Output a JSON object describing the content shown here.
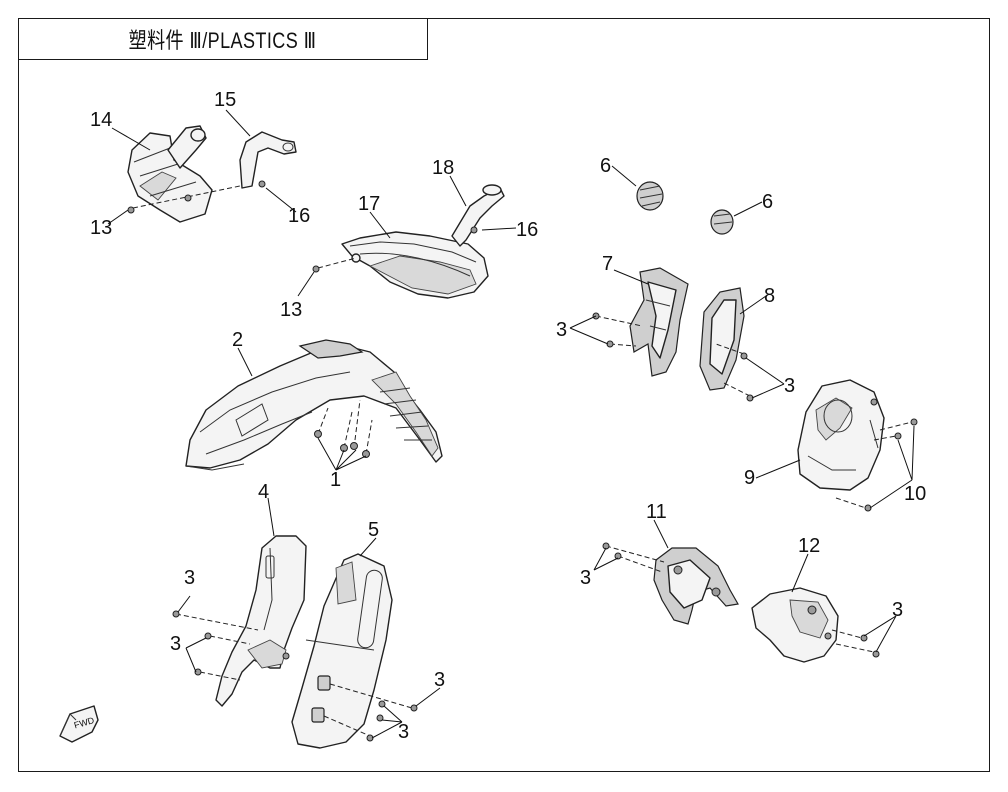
{
  "title": "塑料件 Ⅲ/PLASTICS Ⅲ",
  "fwd_label": "FWD",
  "callouts": {
    "n1": "1",
    "n2": "2",
    "n3a": "3",
    "n3b": "3",
    "n3c": "3",
    "n3d": "3",
    "n3e": "3",
    "n3f": "3",
    "n3g": "3",
    "n3h": "3",
    "n4": "4",
    "n5": "5",
    "n6a": "6",
    "n6b": "6",
    "n7": "7",
    "n8": "8",
    "n9": "9",
    "n10": "10",
    "n11": "11",
    "n12": "12",
    "n13a": "13",
    "n13b": "13",
    "n14": "14",
    "n15": "15",
    "n16a": "16",
    "n16b": "16",
    "n17": "17",
    "n18": "18"
  }
}
